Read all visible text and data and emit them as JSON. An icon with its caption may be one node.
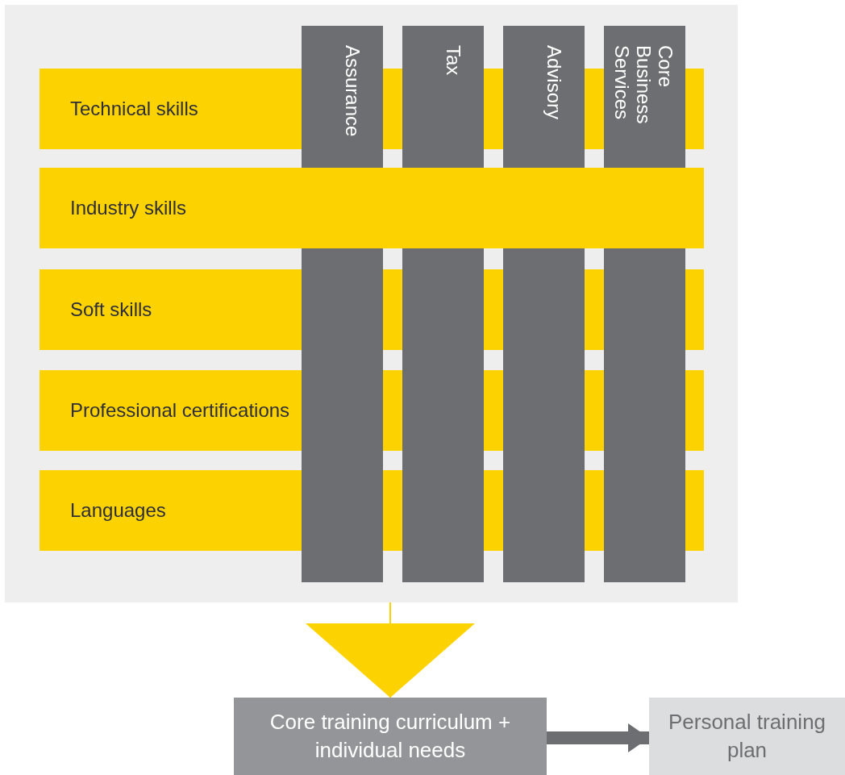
{
  "diagram": {
    "nodes": [
      {
        "text": [],
        "shape": "box"
      },
      {
        "text": [
          "Technical skills"
        ],
        "in": 0
      },
      {
        "text": [
          "Industry skills"
        ],
        "in": 0
      },
      {
        "text": [
          "Soft skills"
        ],
        "in": 0
      },
      {
        "text": [
          "Professional certifications"
        ],
        "in": 0
      },
      {
        "text": [
          "Languages"
        ],
        "in": 0
      },
      {
        "text": [
          "Assurance"
        ],
        "in": 0
      },
      {
        "text": [
          "Tax"
        ],
        "in": 0
      },
      {
        "text": [
          "Advisory"
        ],
        "in": 0
      },
      {
        "text": [
          "Core Business Services"
        ],
        "in": 0
      },
      {
        "text": [
          "Core training curriculum + individual needs"
        ]
      },
      {
        "text": [
          "Personal training plan"
        ]
      }
    ],
    "edges": [
      {
        "from": 0,
        "to": 10,
        "arrow": "to",
        "color": "#fcd200"
      },
      {
        "from": 10,
        "to": 11,
        "arrow": "to",
        "style": "thick",
        "color": "#6d6e71"
      }
    ]
  }
}
